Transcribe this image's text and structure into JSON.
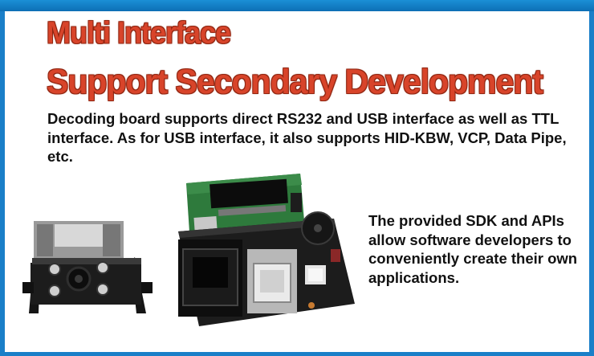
{
  "headline": {
    "line1": "Multi Interface",
    "line2": "Support Secondary Development"
  },
  "description": "Decoding board supports direct RS232 and USB interface as well as TTL interface. As for USB interface, it also supports HID-KBW, VCP, Data Pipe, etc.",
  "sdk_note": "The provided SDK and APIs allow software developers to conveniently create their own applications.",
  "colors": {
    "headline": "#d8442a",
    "border": "#1a7fc8"
  }
}
